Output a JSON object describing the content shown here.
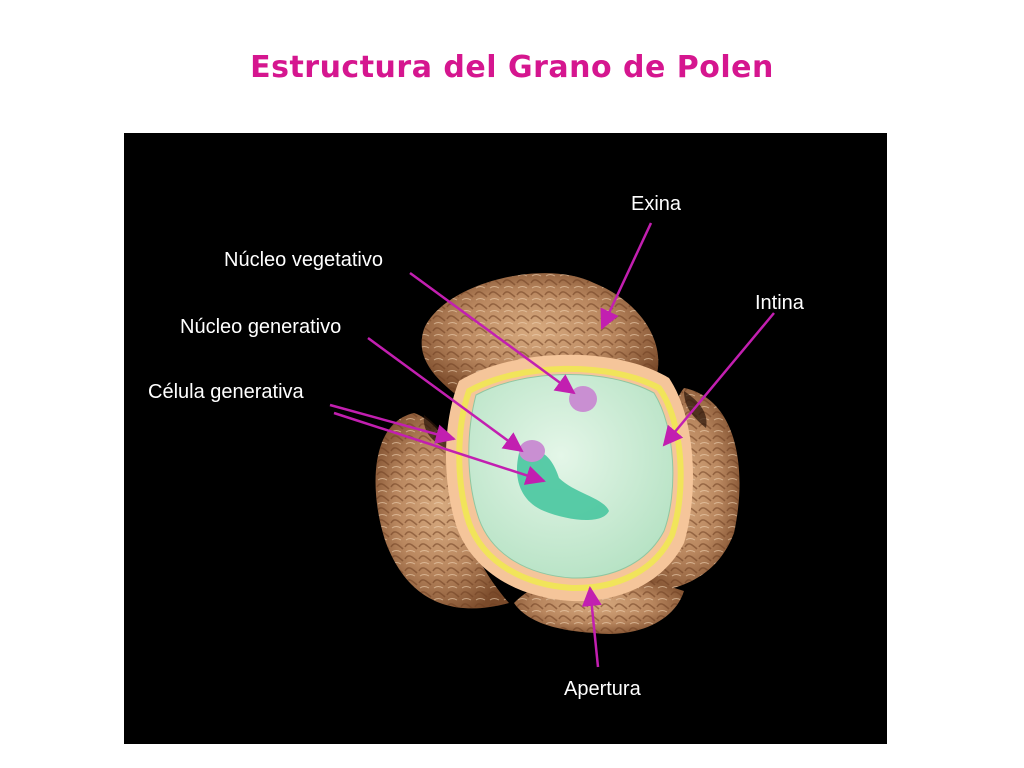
{
  "title": "Estructura del Grano de Polen",
  "colors": {
    "title": "#d5168f",
    "background": "#000000",
    "label_text": "#ffffff",
    "pointer": "#c21fb0",
    "exine": "#b9875f",
    "intine": "#f5c59a",
    "cytoplasm": "#c9ecd2",
    "generative_cell": "#49c6a0",
    "nucleus": "#c98fd2"
  },
  "figure": {
    "labels": {
      "exina": "Exina",
      "intina": "Intina",
      "nucleo_vegetativo": "Núcleo vegetativo",
      "nucleo_generativo": "Núcleo generativo",
      "celula_generativa": "Célula generativa",
      "apertura": "Apertura"
    }
  }
}
